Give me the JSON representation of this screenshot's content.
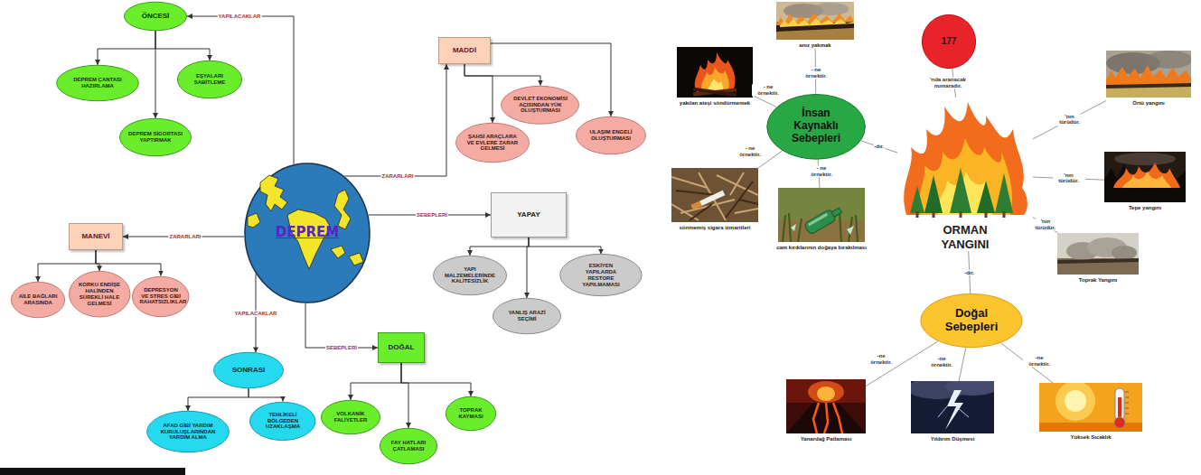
{
  "diagram": {
    "nodes": [
      {
        "text": [
          "ÖNCESİ"
        ]
      },
      {
        "text": [
          "DEPREM ÇANTASI HAZIRLAMA"
        ]
      },
      {
        "text": [
          "EŞYALARI SABİTLEME"
        ]
      },
      {
        "text": [
          "DEPREM SİGORTASI YAPTIRMAK"
        ]
      },
      {
        "text": [
          "MADDİ"
        ]
      },
      {
        "text": [
          "ŞAHSİ ARAÇLARA VE EVLERE ZARAR GELMESİ"
        ]
      },
      {
        "text": [
          "DEVLET EKONOMİSİ AÇISINDAN YÜK OLUŞTURMASI"
        ]
      },
      {
        "text": [
          "ULAŞIM ENGELİ OLUŞTURMASI"
        ]
      },
      {
        "text": [
          "DEPREM"
        ]
      },
      {
        "text": [
          "MANEVİ"
        ]
      },
      {
        "text": [
          "AİLE BAĞLARI ARASINDA"
        ]
      },
      {
        "text": [
          "KORKU ENDİŞE HALİNDEN SÜREKLİ HALE GELMESİ"
        ]
      },
      {
        "text": [
          "DEPRESYON VE STRES GİBİ RAHATSIZLIKLAR"
        ]
      },
      {
        "text": [
          "YAPAY"
        ]
      },
      {
        "text": [
          "YAPI MALZEMELERİNDE KALİTESİZLİK"
        ]
      },
      {
        "text": [
          "YANLIŞ ARAZİ SEÇİMİ"
        ]
      },
      {
        "text": [
          "ESKİYEN YAPILARDA RESTORE YAPILMAMASI"
        ]
      },
      {
        "text": [
          "SONRASI"
        ]
      },
      {
        "text": [
          "AFAD GİBİ YARDIM KURULUŞLARINDAN YARDIM ALMA"
        ]
      },
      {
        "text": [
          "TEHLİKELİ BÖLGEDEN UZAKLAŞMA"
        ]
      },
      {
        "text": [
          "DOĞAL"
        ]
      },
      {
        "text": [
          "VOLKANİK FALİYETLER"
        ]
      },
      {
        "text": [
          "FAY HATLARI ÇATLAMASI"
        ]
      },
      {
        "text": [
          "TOPRAK KAYMASI"
        ]
      },
      {
        "text": [
          "anız yakmak"
        ]
      },
      {
        "text": [
          "177"
        ]
      },
      {
        "text": [
          "yakılan ateşi söndürmemek"
        ]
      },
      {
        "text": [
          "İnsan Kaynaklı Sebepleri"
        ]
      },
      {
        "text": [
          "Örtü yangını"
        ]
      },
      {
        "text": [
          "ORMAN YANGINI"
        ]
      },
      {
        "text": [
          "Tepe yangını"
        ]
      },
      {
        "text": [
          "sönmemiş sigara izmaritleri"
        ]
      },
      {
        "text": [
          "cam kırıklarının doğaya bırakılması"
        ]
      },
      {
        "text": [
          "Toprak Yangını"
        ]
      },
      {
        "text": [
          "Doğal Sebepleri"
        ]
      },
      {
        "text": [
          "Yanardağ Patlaması"
        ]
      },
      {
        "text": [
          "Yıldırım Düşmesi"
        ]
      },
      {
        "text": [
          "Yüksek Sıcaklık"
        ]
      }
    ],
    "edges": [
      {
        "from": 8,
        "to": 0,
        "label": "YAPILACAKLAR",
        "arrow": "to"
      },
      {
        "from": 0,
        "to": 1,
        "arrow": "to"
      },
      {
        "from": 0,
        "to": 2,
        "arrow": "to"
      },
      {
        "from": 0,
        "to": 3,
        "arrow": "to"
      },
      {
        "from": 8,
        "to": 4,
        "label": "ZARARLARI",
        "arrow": "to"
      },
      {
        "from": 4,
        "to": 5,
        "arrow": "to"
      },
      {
        "from": 4,
        "to": 6,
        "arrow": "to"
      },
      {
        "from": 4,
        "to": 7,
        "arrow": "to"
      },
      {
        "from": 8,
        "to": 13,
        "label": "SEBEPLERİ",
        "arrow": "to"
      },
      {
        "from": 13,
        "to": 14,
        "arrow": "to"
      },
      {
        "from": 13,
        "to": 15,
        "arrow": "to"
      },
      {
        "from": 13,
        "to": 16,
        "arrow": "to"
      },
      {
        "from": 8,
        "to": 9,
        "label": "ZARARLARI",
        "arrow": "to"
      },
      {
        "from": 9,
        "to": 10,
        "arrow": "to"
      },
      {
        "from": 9,
        "to": 11,
        "arrow": "to"
      },
      {
        "from": 9,
        "to": 12,
        "arrow": "to"
      },
      {
        "from": 8,
        "to": 17,
        "label": "YAPILACAKLAR",
        "arrow": "to"
      },
      {
        "from": 17,
        "to": 18,
        "arrow": "to"
      },
      {
        "from": 17,
        "to": 19,
        "arrow": "to"
      },
      {
        "from": 8,
        "to": 20,
        "label": "SEBEPLERİ",
        "arrow": "to"
      },
      {
        "from": 20,
        "to": 21,
        "arrow": "to"
      },
      {
        "from": 20,
        "to": 22,
        "arrow": "to"
      },
      {
        "from": 20,
        "to": 23,
        "arrow": "to"
      },
      {
        "from": 24,
        "to": 27,
        "label": "- ne örnektir.",
        "arrow": "none"
      },
      {
        "from": 26,
        "to": 27,
        "label": "- ne örnektir.",
        "arrow": "none"
      },
      {
        "from": 31,
        "to": 27,
        "label": "- ne örnektir.",
        "arrow": "none"
      },
      {
        "from": 32,
        "to": 27,
        "label": "- ne örnektir.",
        "arrow": "none"
      },
      {
        "from": 27,
        "to": 29,
        "label": "-dır.",
        "arrow": "none"
      },
      {
        "from": 29,
        "to": 25,
        "label": "'nda aranacak numaradır.",
        "arrow": "none"
      },
      {
        "from": 29,
        "to": 28,
        "label": "'nın türüdür.",
        "arrow": "none"
      },
      {
        "from": 29,
        "to": 30,
        "label": "'nın türüdür.",
        "arrow": "none"
      },
      {
        "from": 29,
        "to": 33,
        "label": "'nın türüdür.",
        "arrow": "none"
      },
      {
        "from": 34,
        "to": 29,
        "label": "-dır.",
        "arrow": "none"
      },
      {
        "from": 35,
        "to": 34,
        "label": "-ne örnektir.",
        "arrow": "none"
      },
      {
        "from": 36,
        "to": 34,
        "label": "-ne örnektir.",
        "arrow": "none"
      },
      {
        "from": 37,
        "to": 34,
        "label": "-ne örnektir.",
        "arrow": "none"
      }
    ]
  }
}
